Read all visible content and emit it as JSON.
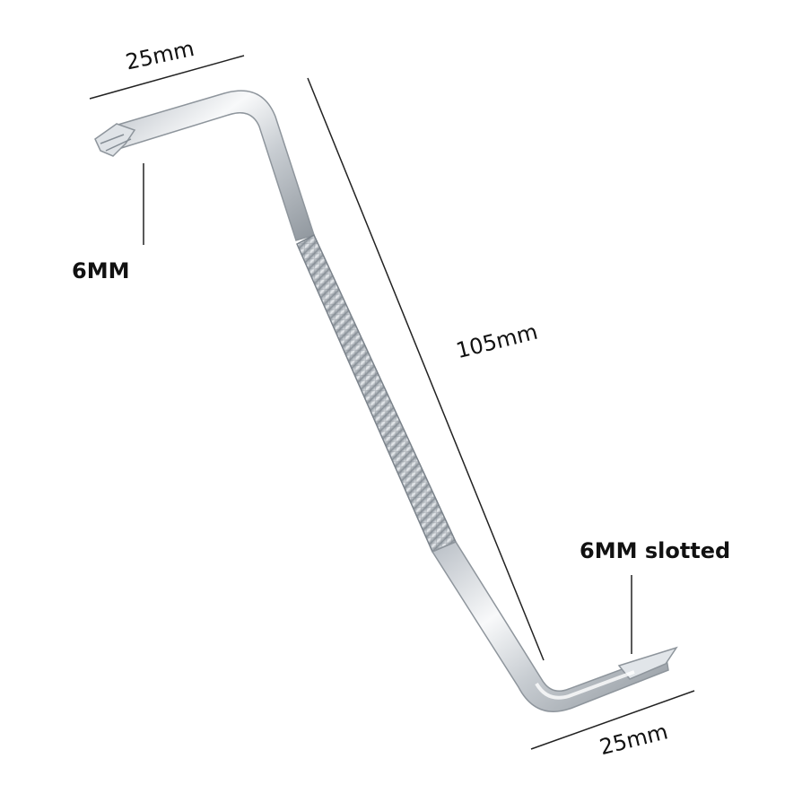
{
  "product": {
    "image_subject": "double-ended-offset-screwdriver",
    "metal_color": "#d9dde2",
    "highlight_color": "#ffffff",
    "shadow_color": "#8f969d"
  },
  "dimensions": {
    "top_width": "25mm",
    "top_tip": "6MM",
    "length": "105mm",
    "bottom_tip": "6MM slotted",
    "bottom_width": "25mm"
  }
}
